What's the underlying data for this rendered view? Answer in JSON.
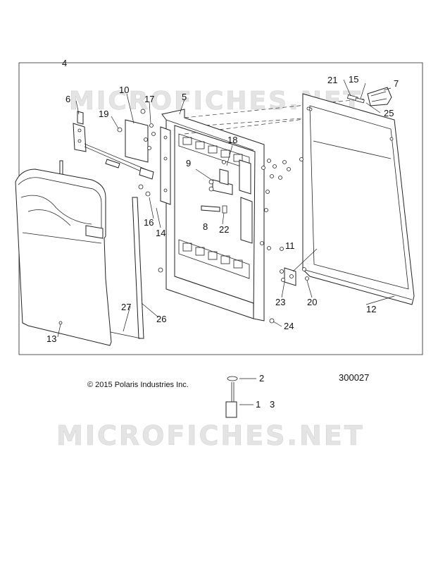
{
  "diagram": {
    "figure_number": "300027",
    "copyright": "© 2015 Polaris Industries Inc.",
    "watermark_text": "MICROFICHES.NET",
    "callouts": {
      "c1": "1",
      "c2": "2",
      "c3": "3",
      "c4": "4",
      "c5": "5",
      "c6": "6",
      "c7": "7",
      "c8": "8",
      "c9": "9",
      "c10": "10",
      "c11": "11",
      "c12": "12",
      "c13": "13",
      "c14": "14",
      "c15": "15",
      "c16": "16",
      "c17": "17",
      "c18": "18",
      "c19": "19",
      "c20": "20",
      "c21": "21",
      "c22": "22",
      "c23": "23",
      "c24": "24",
      "c25": "25",
      "c26": "26",
      "c27": "27"
    }
  }
}
